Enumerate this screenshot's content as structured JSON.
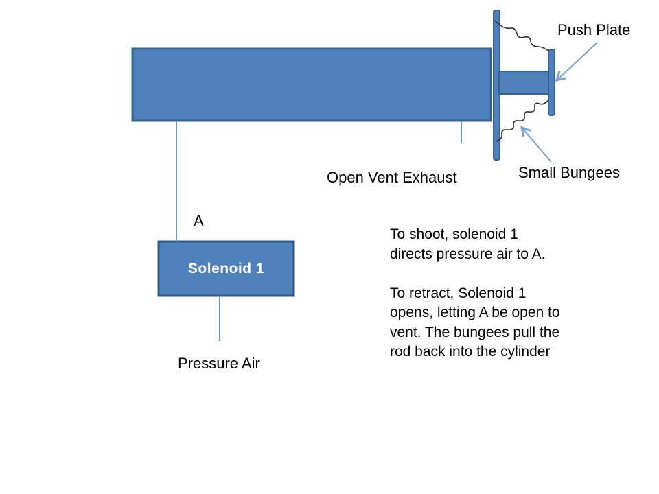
{
  "colors": {
    "background": "#ffffff",
    "shape_fill": "#4f81bd",
    "shape_border": "#39618f",
    "solenoid_border": "#2e5984",
    "connector": "#6a94c4",
    "arrow": "#7aa0cf",
    "bungee": "#2b2b2b",
    "text": "#000000",
    "solenoid_text": "#ffffff"
  },
  "labels": {
    "push_plate": "Push Plate",
    "small_bungees": "Small Bungees",
    "open_vent_exhaust": "Open Vent Exhaust",
    "port_a": "A",
    "solenoid": "Solenoid 1",
    "pressure_air": "Pressure Air"
  },
  "notes": {
    "paragraph": "To shoot, solenoid 1\ndirects pressure air to A.\n\nTo retract, Solenoid 1\nopens, letting A be open to\nvent. The bungees pull the\nrod back into the cylinder"
  }
}
